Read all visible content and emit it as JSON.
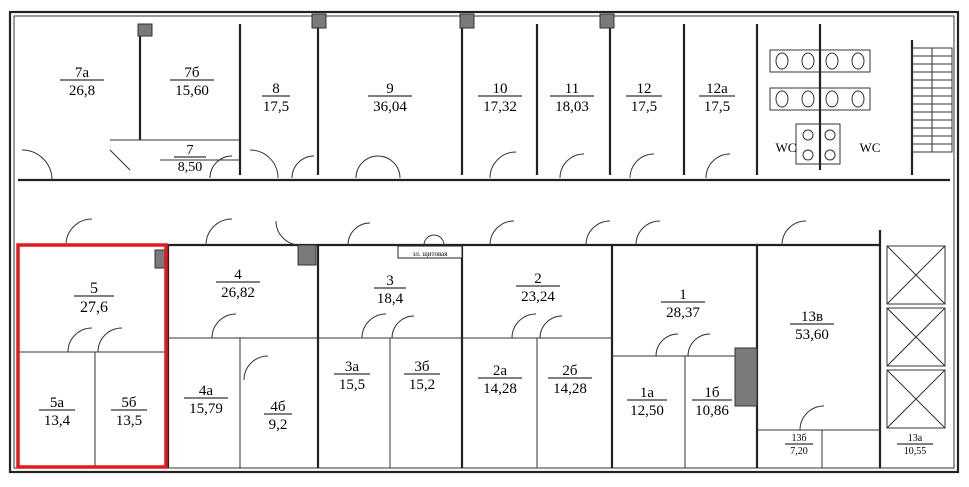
{
  "rooms": [
    {
      "num": "7а",
      "area": "26,8"
    },
    {
      "num": "7б",
      "area": "15,60"
    },
    {
      "num": "7",
      "area": "8,50"
    },
    {
      "num": "8",
      "area": "17,5"
    },
    {
      "num": "9",
      "area": "36,04"
    },
    {
      "num": "10",
      "area": "17,32"
    },
    {
      "num": "11",
      "area": "18,03"
    },
    {
      "num": "12",
      "area": "17,5"
    },
    {
      "num": "12а",
      "area": "17,5"
    },
    {
      "num": "5",
      "area": "27,6"
    },
    {
      "num": "5а",
      "area": "13,4"
    },
    {
      "num": "5б",
      "area": "13,5"
    },
    {
      "num": "4",
      "area": "26,82"
    },
    {
      "num": "4а",
      "area": "15,79"
    },
    {
      "num": "4б",
      "area": "9,2"
    },
    {
      "num": "3",
      "area": "18,4"
    },
    {
      "num": "3а",
      "area": "15,5"
    },
    {
      "num": "3б",
      "area": "15,2"
    },
    {
      "num": "2",
      "area": "23,24"
    },
    {
      "num": "2а",
      "area": "14,28"
    },
    {
      "num": "2б",
      "area": "14,28"
    },
    {
      "num": "1",
      "area": "28,37"
    },
    {
      "num": "1а",
      "area": "12,50"
    },
    {
      "num": "1б",
      "area": "10,86"
    },
    {
      "num": "13в",
      "area": "53,60"
    },
    {
      "num": "13б",
      "area": "7,20"
    },
    {
      "num": "13а",
      "area": "10,55"
    }
  ],
  "labels": {
    "wc_left": "WC",
    "wc_right": "WC",
    "panel_room": "эл. щитовая"
  },
  "highlight_color": "#e01b1b"
}
